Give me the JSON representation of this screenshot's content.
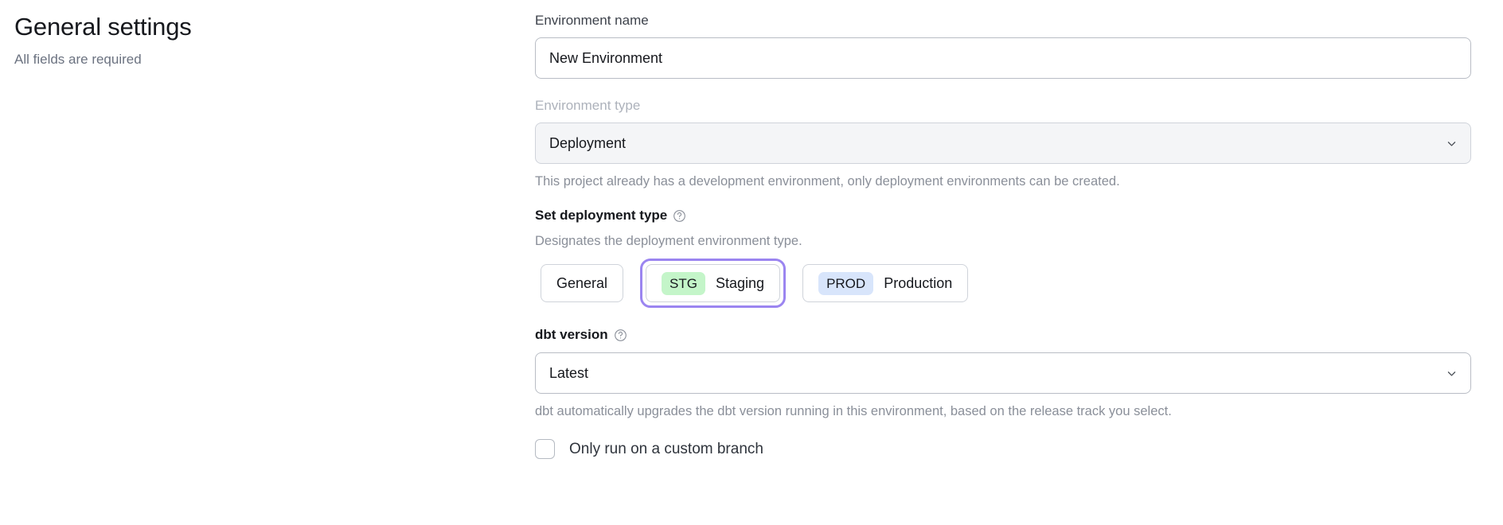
{
  "header": {
    "title": "General settings",
    "subtitle": "All fields are required"
  },
  "form": {
    "environment_name": {
      "label": "Environment name",
      "value": "New Environment",
      "placeholder": "Environment name"
    },
    "environment_type": {
      "label": "Environment type",
      "selected": "Deployment",
      "disabled": true,
      "help_text": "This project already has a development environment, only deployment environments can be created.",
      "chevron_icon": "chevron-down-icon"
    },
    "deployment_type": {
      "label": "Set deployment type",
      "help_icon": "question-circle-icon",
      "description": "Designates the deployment environment type.",
      "options": [
        {
          "label": "General",
          "badge": "",
          "badge_color": "",
          "selected": false
        },
        {
          "label": "Staging",
          "badge": "STG",
          "badge_color": "#c4f5c9",
          "selected": true
        },
        {
          "label": "Production",
          "badge": "PROD",
          "badge_color": "#d8e5fb",
          "selected": false
        }
      ],
      "focus_ring_color": "#9b85f0"
    },
    "dbt_version": {
      "label": "dbt version",
      "help_icon": "question-circle-icon",
      "selected": "Latest",
      "chevron_icon": "chevron-down-icon",
      "help_text": "dbt automatically upgrades the dbt version running in this environment, based on the release track you select."
    },
    "custom_branch": {
      "label": "Only run on a custom branch",
      "checked": false
    }
  }
}
